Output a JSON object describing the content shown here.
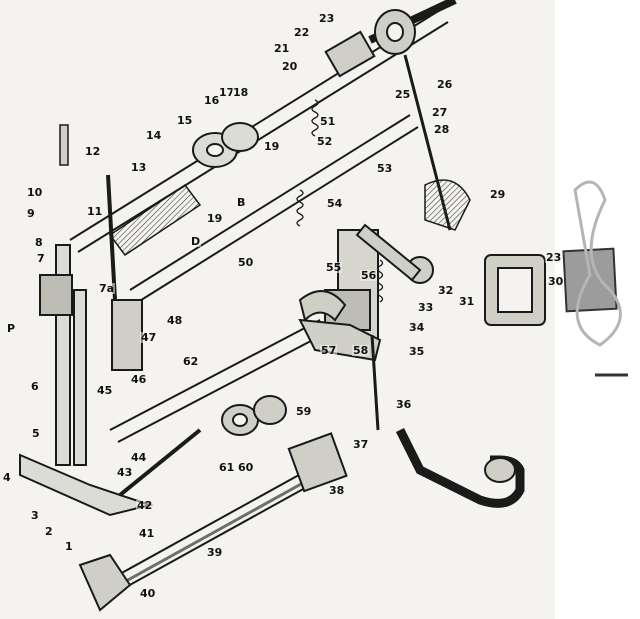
{
  "labels": [
    "1",
    "2",
    "3",
    "4",
    "5",
    "6",
    "7",
    "7a",
    "8",
    "9",
    "10",
    "11",
    "12",
    "13",
    "14",
    "15",
    "16",
    "17",
    "18",
    "19",
    "20",
    "21",
    "22",
    "23",
    "25",
    "26",
    "27",
    "28",
    "29",
    "30",
    "31",
    "32",
    "33",
    "34",
    "35",
    "36",
    "37",
    "38",
    "39",
    "40",
    "41",
    "42",
    "43",
    "44",
    "45",
    "46",
    "47",
    "48",
    "50",
    "51",
    "52",
    "53",
    "54",
    "55",
    "56",
    "57",
    "58",
    "59",
    "60",
    "61",
    "62",
    "P",
    "B",
    "D"
  ],
  "colors": {
    "paper": "#f4f3ef",
    "ink": "#1a1a1a",
    "shade": "#6e6e6e"
  }
}
